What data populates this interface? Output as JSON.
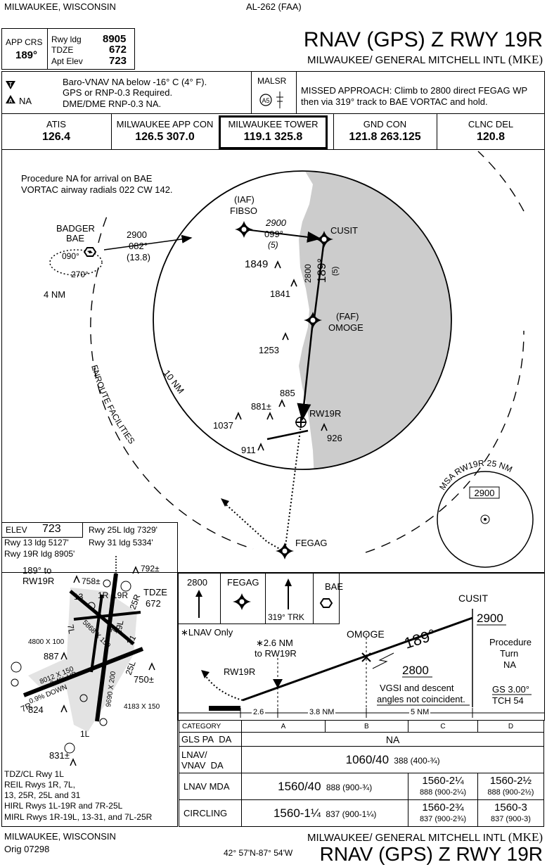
{
  "header": {
    "location": "MILWAUKEE, WISCONSIN",
    "chart_id": "AL-262 (FAA)",
    "title": "RNAV (GPS) Z RWY 19R",
    "airport": "MILWAUKEE/ GENERAL MITCHELL INTL",
    "ident": "(MKE)",
    "app_crs_label": "APP CRS",
    "app_crs": "189°",
    "rwy_ldg_label": "Rwy ldg",
    "rwy_ldg": "8905",
    "tdze_label": "TDZE",
    "tdze": "672",
    "apt_elev_label": "Apt Elev",
    "apt_elev": "723"
  },
  "notes": {
    "line1": "Baro-VNAV NA below -16° C (4° F).",
    "line2": "GPS or RNP-0.3 Required.",
    "line3": "DME/DME RNP-0.3 NA.",
    "na": "NA",
    "malsr": "MALSR",
    "malsr_symbol": "A5",
    "missed1": "MISSED APPROACH: Climb to 2800 direct FEGAG WP",
    "missed2": "then via 319°  track to BAE VORTAC and hold."
  },
  "comms": [
    {
      "label": "ATIS",
      "freq": "126.4"
    },
    {
      "label": "MILWAUKEE APP CON",
      "freq": "126.5  307.0"
    },
    {
      "label": "MILWAUKEE TOWER",
      "freq": "119.1  325.8"
    },
    {
      "label": "GND CON",
      "freq": "121.8 263.125"
    },
    {
      "label": "CLNC DEL",
      "freq": "120.8"
    }
  ],
  "plan": {
    "note1": "Procedure NA for arrival on BAE",
    "note2": "VORTAC airway radials 022 CW 142.",
    "badger": "BADGER",
    "bae": "BAE",
    "hold_in": "090°",
    "hold_out": "270°",
    "hold_dist": "4 NM",
    "route_alt": "2900",
    "route_crs": "082°",
    "route_dist": "(13.8)",
    "iaf": "(IAF)",
    "fibso": "FIBSO",
    "fibso_alt": "2900",
    "fibso_crs": "099°",
    "fibso_dist": "(5)",
    "cusit": "CUSIT",
    "leg_alt": "2800",
    "leg_crs": "189°",
    "leg_dist": "(5)",
    "faf": "(FAF)",
    "omoge": "OMOGE",
    "rw19r": "RW19R",
    "fegag": "FEGAG",
    "ring": "10 NM",
    "enroute": "ENROUTE FACILITIES",
    "obstacles": [
      "1849",
      "1841",
      "1253",
      "885",
      "881±",
      "1037",
      "926",
      "911"
    ],
    "msa_label": "MSA RW19R 25 NM",
    "msa_alt": "2900"
  },
  "airport": {
    "elev_label": "ELEV",
    "elev": "723",
    "rwy25l": "Rwy 25L ldg 7329'",
    "rwy13": "Rwy 13 ldg 5127'",
    "rwy31": "Rwy 31 ldg 5334'",
    "rwy19r": "Rwy 19R ldg 8905'",
    "crs_note1": "189° to",
    "crs_note2": "RW19R",
    "tdze_label": "TDZE",
    "tdze": "672",
    "obs": [
      "792±",
      "758±",
      "887",
      "750±",
      "824",
      "831±"
    ],
    "rwys": [
      "13",
      "1R",
      "25R",
      "7L",
      "31",
      "19L",
      "1L",
      "7R",
      "25L",
      "19R"
    ],
    "dims": [
      "4800 X 100",
      "5868 X 150",
      "8012 X 150",
      "9690 X 200",
      "4183 X 150",
      "7L",
      "0.9% DOWN",
      "0.4% UP"
    ],
    "notes": [
      "TDZ/CL Rwy 1L",
      "REIL Rwys 1R, 7L,",
      "13, 25R, 25L and 31",
      "HIRL Rwys 1L-19R and 7R-25L",
      "MIRL Rwys 1R-19L, 13-31, and 7L-25R"
    ]
  },
  "profile": {
    "ma1": "2800",
    "ma2": "FEGAG",
    "ma3_trk": "319° TRK",
    "ma4": "BAE",
    "lnav_only": "LNAV Only",
    "dist_note1": "2.6 NM",
    "dist_note2": "to RW19R",
    "rw19r": "RW19R",
    "omoge": "OMOGE",
    "cusit": "CUSIT",
    "crs": "189°",
    "alt_cusit": "2900",
    "alt_omoge": "2800",
    "pt1": "Procedure",
    "pt2": "Turn",
    "pt3": "NA",
    "gs": "GS 3.00°",
    "tch": "TCH 54",
    "vgsi1": "VGSI and descent",
    "vgsi2": "angles not coincident.",
    "seg1": "2.6",
    "seg2": "3.8 NM",
    "seg3": "5 NM"
  },
  "minimums": {
    "header": [
      "CATEGORY",
      "A",
      "B",
      "C",
      "D"
    ],
    "gls": {
      "label": "GLS PA",
      "type": "DA",
      "value": "NA"
    },
    "lnav_vnav": {
      "label1": "LNAV/",
      "label2": "VNAV",
      "type": "DA",
      "main": "1060/40",
      "sub": "388 (400-¾)"
    },
    "lnav_mda": {
      "label": "LNAV MDA",
      "ab_main": "1560/40",
      "ab_sub": "888 (900-¾)",
      "c_main": "1560-2¼",
      "c_sub": "888 (900-2¼)",
      "d_main": "1560-2½",
      "d_sub": "888 (900-2½)"
    },
    "circling": {
      "label": "CIRCLING",
      "ab_main": "1560-1¼",
      "ab_sub": "837 (900-1¼)",
      "c_main": "1560-2¾",
      "c_sub": "837 (900-2¾)",
      "d_main": "1560-3",
      "d_sub": "837 (900-3)"
    }
  },
  "footer": {
    "location": "MILWAUKEE, WISCONSIN",
    "orig": "Orig  07298",
    "coords": "42° 57'N-87° 54'W",
    "airport": "MILWAUKEE/ GENERAL MITCHELL INTL",
    "ident": "(MKE)",
    "title": "RNAV (GPS) Z RWY 19R"
  }
}
